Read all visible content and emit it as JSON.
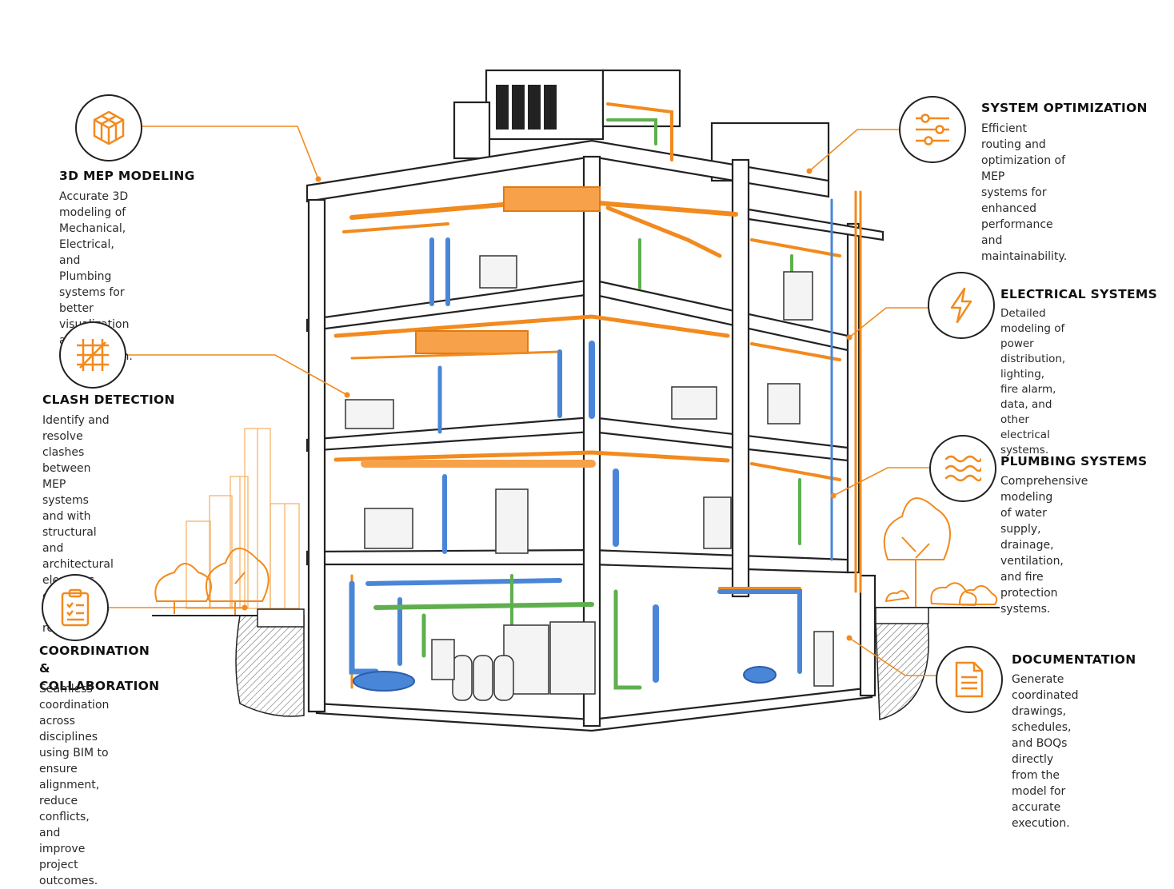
{
  "colors": {
    "accent": "#F28A1E",
    "pipe_blue": "#4A86D8",
    "pipe_green": "#5FAF4E",
    "line": "#222222"
  },
  "features": [
    {
      "id": "mep-modeling",
      "icon": "cube-icon",
      "title": "3D MEP MODELING",
      "description": "Accurate 3D modeling of\nMechanical, Electrical, and\nPlumbing systems for\nbetter visualization and\ncoordination."
    },
    {
      "id": "clash-detection",
      "icon": "grid-icon",
      "title": "CLASH DETECTION",
      "description": "Identify and resolve clashes\nbetween MEP systems\nand with structural and\narchitectural elements\nearly to avoid costly\nrework."
    },
    {
      "id": "coordination",
      "icon": "clipboard-icon",
      "title": "COORDINATION\n& COLLABORATION",
      "description": "Seamless coordination across\ndisciplines using BIM to ensure\nalignment, reduce conflicts,\nand improve project outcomes."
    },
    {
      "id": "system-optimization",
      "icon": "sliders-icon",
      "title": "SYSTEM OPTIMIZATION",
      "description": "Efficient routing and\noptimization of MEP\nsystems for enhanced\nperformance and\nmaintainability."
    },
    {
      "id": "electrical-systems",
      "icon": "lightning-icon",
      "title": "ELECTRICAL SYSTEMS",
      "description": "Detailed modeling of power\ndistribution, lighting,\nfire alarm, data, and other\nelectrical systems."
    },
    {
      "id": "plumbing-systems",
      "icon": "waves-icon",
      "title": "PLUMBING SYSTEMS",
      "description": "Comprehensive modeling\nof water supply, drainage,\nventilation, and fire\nprotection systems."
    },
    {
      "id": "documentation",
      "icon": "document-icon",
      "title": "DOCUMENTATION",
      "description": "Generate coordinated\ndrawings, schedules,\nand BOQs directly\nfrom the model for\naccurate execution."
    }
  ]
}
